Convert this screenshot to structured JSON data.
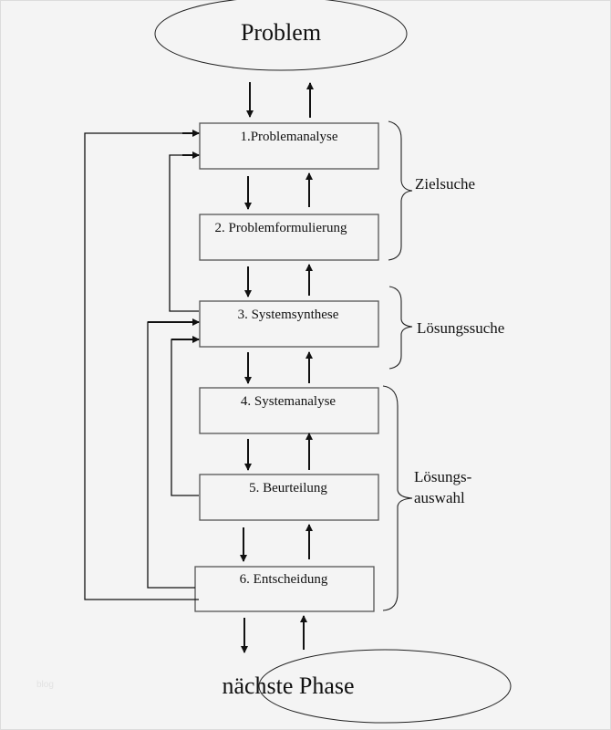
{
  "diagram": {
    "start": {
      "label": "Problem"
    },
    "end": {
      "label": "nächste Phase"
    },
    "steps": [
      {
        "label": "1.Problemanalyse"
      },
      {
        "label": "2. Problemformulierung"
      },
      {
        "label": "3. Systemsynthese"
      },
      {
        "label": "4. Systemanalyse"
      },
      {
        "label": "5. Beurteilung"
      },
      {
        "label": "6. Entscheidung"
      }
    ],
    "groups": [
      {
        "label": "Zielsuche",
        "steps": [
          1,
          2
        ]
      },
      {
        "label": "Lösungssuche",
        "steps": [
          3
        ]
      },
      {
        "label_line1": "Lösungs-",
        "label_line2": "auswahl",
        "steps": [
          4,
          5,
          6
        ]
      }
    ],
    "feedback_loops": [
      {
        "from": 6,
        "to": 1
      },
      {
        "from": 3,
        "to": 1
      },
      {
        "from": 6,
        "to": 3
      },
      {
        "from": 5,
        "to": 3
      }
    ]
  },
  "watermark": "blog",
  "colors": {
    "background": "#f4f4f4",
    "stroke": "#111111",
    "box_border": "#555555"
  }
}
